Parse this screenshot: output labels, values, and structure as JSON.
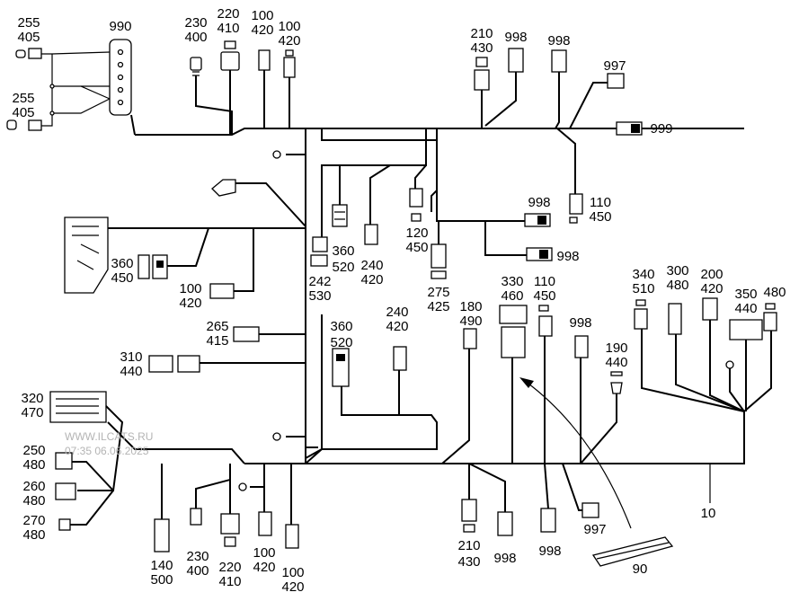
{
  "labels": {
    "l990": "990",
    "l255a": "255",
    "l405a": "405",
    "l255b": "255",
    "l405b": "405",
    "l230t": "230",
    "l400t": "400",
    "l220t": "220",
    "l410t": "410",
    "l100t1": "100",
    "l420t1": "420",
    "l100t2": "100",
    "l420t2": "420",
    "l210t": "210",
    "l430t": "430",
    "l998t1": "998",
    "l998t2": "998",
    "l997t": "997",
    "l999": "999",
    "l998m1": "998",
    "l110t": "110",
    "l450t": "450",
    "l998m2": "998",
    "l360a": "360",
    "l520a": "520",
    "l242": "242",
    "l530": "530",
    "l240a": "240",
    "l420a": "420",
    "l120": "120",
    "l450a": "450",
    "l275": "275",
    "l425": "425",
    "l360l": "360",
    "l450l": "450",
    "l100l": "100",
    "l420l": "420",
    "l265": "265",
    "l415": "415",
    "l310": "310",
    "l440l": "440",
    "l360b": "360",
    "l520b": "520",
    "l240b": "240",
    "l420b": "420",
    "l180": "180",
    "l490": "490",
    "l330": "330",
    "l460": "460",
    "l110m": "110",
    "l450m": "450",
    "l998m3": "998",
    "l190": "190",
    "l440m": "440",
    "l340": "340",
    "l510": "510",
    "l300": "300",
    "l480a": "480",
    "l200": "200",
    "l420c": "420",
    "l350": "350",
    "l440r": "440",
    "l480r": "480",
    "l320": "320",
    "l470": "470",
    "l250": "250",
    "l480b": "480",
    "l260": "260",
    "l480c": "480",
    "l270": "270",
    "l480d": "480",
    "l140": "140",
    "l500": "500",
    "l230b": "230",
    "l400b": "400",
    "l220b": "220",
    "l410b": "410",
    "l100b1": "100",
    "l420b1": "420",
    "l100b2": "100",
    "l420b2": "420",
    "l210b": "210",
    "l430b": "430",
    "l998b1": "998",
    "l998b2": "998",
    "l997b": "997",
    "l10": "10",
    "l90": "90"
  },
  "watermark": {
    "site": "WWW.ILCATS.RU",
    "timestamp": "07:35 06.06.2025"
  }
}
